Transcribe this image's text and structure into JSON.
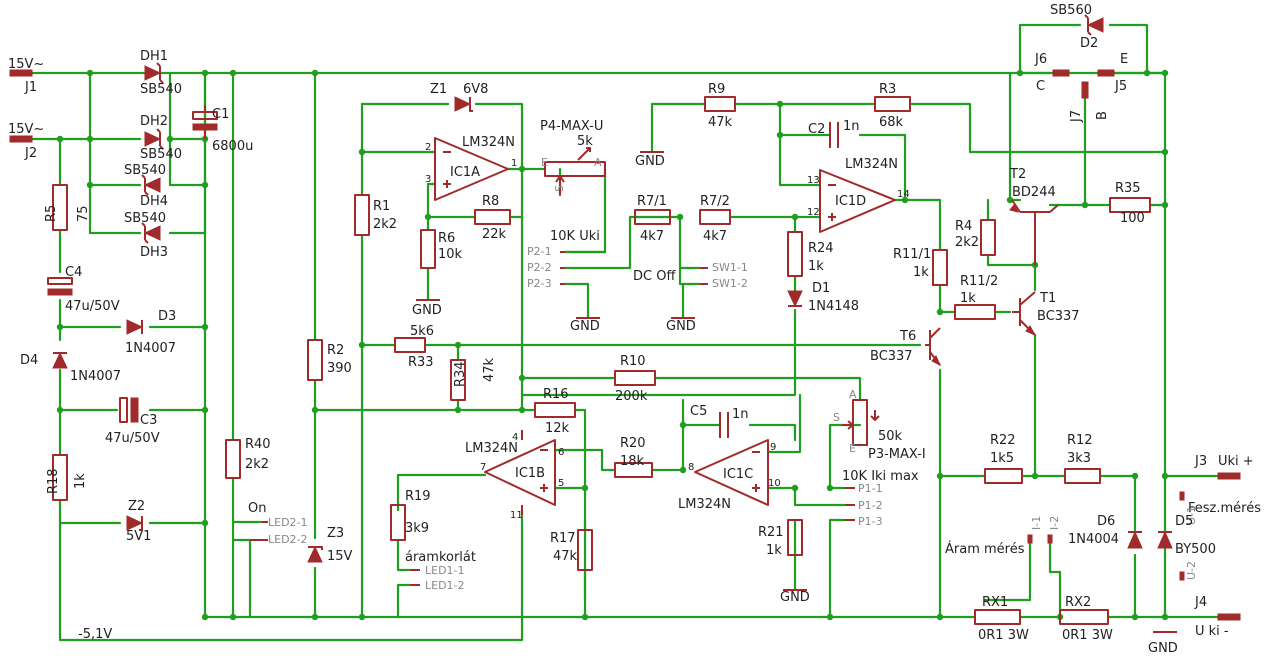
{
  "texts": [
    "15V~",
    "J1",
    "15V~",
    "J2",
    "DH1",
    "SB540",
    "DH2",
    "SB540",
    "SB540",
    "DH4",
    "SB540",
    "DH3",
    "C1",
    "6800u",
    "R5",
    "75",
    "C4",
    "47u/50V",
    "D3",
    "1N4007",
    "D4",
    "1N4007",
    "C3",
    "47u/50V",
    "R18",
    "1k",
    "Z2",
    "5V1",
    "-5,1V",
    "R40",
    "2k2",
    "On",
    "LED2-1",
    "LED2-2",
    "Z3",
    "15V",
    "R2",
    "390",
    "Z1",
    "6V8",
    "LM324N",
    "IC1A",
    "R1",
    "2k2",
    "R6",
    "10k",
    "GND",
    "R8",
    "22k",
    "P4-MAX-U",
    "5k",
    "E",
    "A",
    "S",
    "10K Uki",
    "P2-1",
    "P2-2",
    "P2-3",
    "GND",
    "R7/1",
    "4k7",
    "R7/2",
    "4k7",
    "DC Off",
    "SW1-1",
    "SW1-2",
    "GND",
    "R9",
    "47k",
    "GND",
    "R3",
    "68k",
    "C2",
    "1n",
    "LM324N",
    "IC1D",
    "R24",
    "1k",
    "D1",
    "1N4148",
    "R11/1",
    "1k",
    "5k6",
    "R33",
    "R34",
    "47k",
    "R10",
    "200k",
    "R16",
    "12k",
    "LM324N",
    "IC1B",
    "R19",
    "3k9",
    "áramkorlát",
    "LED1-1",
    "LED1-2",
    "R17",
    "47k",
    "R20",
    "18k",
    "C5",
    "1n",
    "IC1C",
    "LM324N",
    "R21",
    "1k",
    "GND",
    "S",
    "A",
    "E",
    "50k",
    "P3-MAX-I",
    "10K Iki max",
    "P1-1",
    "P1-2",
    "P1-3",
    "SB560",
    "D2",
    "J6",
    "C",
    "E",
    "J5",
    "J7",
    "B",
    "T2",
    "BD244",
    "R35",
    "100",
    "R4",
    "2k2",
    "R11/2",
    "1k",
    "T1",
    "BC337",
    "T6",
    "BC337",
    "R22",
    "1k5",
    "R12",
    "3k3",
    "J3",
    "Uki +",
    "Fesz.mérés",
    "U-1",
    "U-2",
    "D6",
    "1N4004",
    "D5",
    "BY500",
    "Áram mérés",
    "I-1",
    "I-2",
    "RX1",
    "0R1 3W",
    "RX2",
    "0R1 3W",
    "J4",
    "U ki -",
    "GND",
    "2",
    "3",
    "1",
    "13",
    "12",
    "14",
    "6",
    "5",
    "7",
    "4",
    "11",
    "9",
    "10",
    "8"
  ]
}
